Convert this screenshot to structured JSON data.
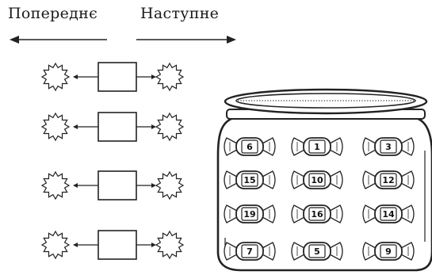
{
  "header": {
    "previous_label": "Попереднє",
    "next_label": "Наступне"
  },
  "exercise": {
    "rows": [
      {
        "previous": "",
        "number": "",
        "next": ""
      },
      {
        "previous": "",
        "number": "",
        "next": ""
      },
      {
        "previous": "",
        "number": "",
        "next": ""
      },
      {
        "previous": "",
        "number": "",
        "next": ""
      }
    ]
  },
  "jar": {
    "candies": [
      "6",
      "1",
      "3",
      "15",
      "10",
      "12",
      "19",
      "16",
      "14",
      "7",
      "5",
      "9"
    ]
  },
  "icons": {
    "left_arrow": "arrow-left-icon",
    "right_arrow": "arrow-right-icon",
    "star": "star-burst-icon",
    "candy": "candy-icon",
    "jar": "jar-icon"
  }
}
